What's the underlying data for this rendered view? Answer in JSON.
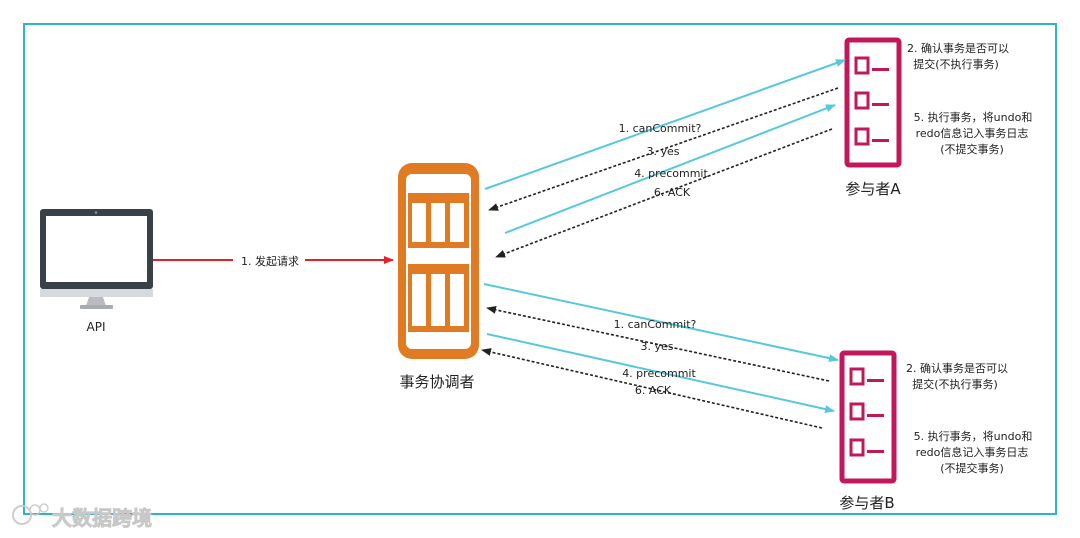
{
  "api_label": "API",
  "coordinator_label": "事务协调者",
  "participant_a_label": "参与者A",
  "participant_b_label": "参与者B",
  "request_label": "1. 发起请求",
  "messages_a": {
    "can_commit": "1. canCommit?",
    "yes": "3. yes",
    "precommit": "4. precommit",
    "ack": "6. ACK"
  },
  "messages_b": {
    "can_commit": "1. canCommit?",
    "yes": "3. yes",
    "precommit": "4. precommit",
    "ack": "6. ACK"
  },
  "notes_a": {
    "confirm_line1": "2. 确认事务是否可以",
    "confirm_line2": "提交(不执行事务)",
    "exec_line1": "5. 执行事务，将undo和",
    "exec_line2": "redo信息记入事务日志",
    "exec_line3": "(不提交事务)"
  },
  "notes_b": {
    "confirm_line1": "2. 确认事务是否可以",
    "confirm_line2": "提交(不执行事务)",
    "exec_line1": "5. 执行事务，将undo和",
    "exec_line2": "redo信息记入事务日志",
    "exec_line3": "(不提交事务)"
  },
  "watermark": "大数据跨境",
  "colors": {
    "frame": "#2bb5c9",
    "request_arrow": "#e8202a",
    "message_arrow": "#55c8dc",
    "reply_arrow": "#222222",
    "coordinator": "#e07b24",
    "participant": "#c2185b"
  }
}
